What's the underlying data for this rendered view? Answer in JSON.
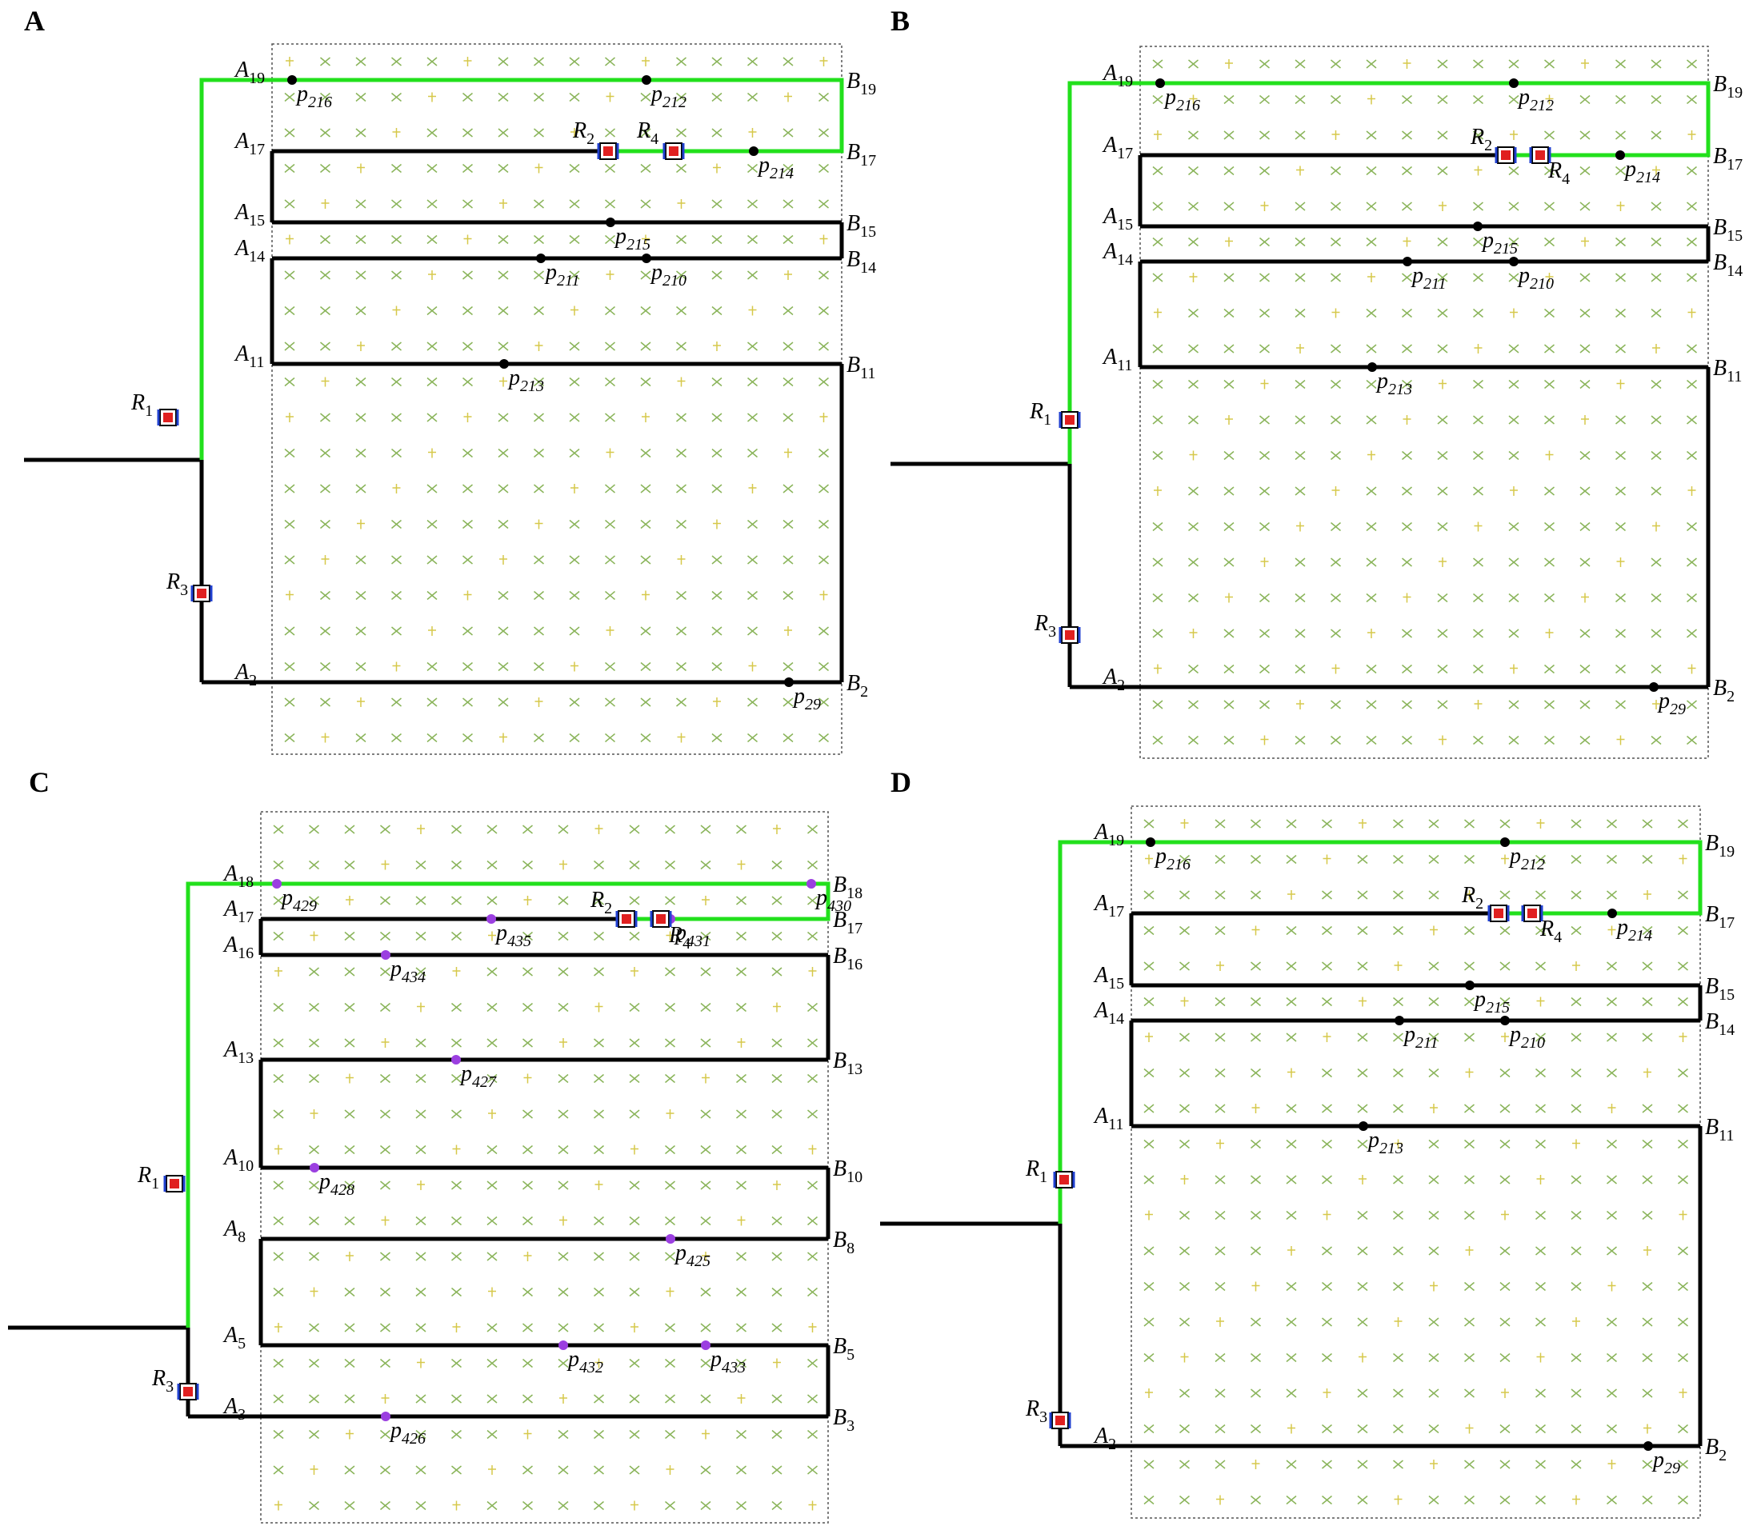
{
  "figure": {
    "colors": {
      "background": "#ffffff",
      "path_main": "#000000",
      "path_highlight": "#22e01c",
      "field_border": "#555555",
      "crop": "#8ab45a",
      "crop_alt": "#d6c84a",
      "point_black": "#000000",
      "point_purple": "#9b3fe0",
      "robot_red": "#e02020",
      "robot_blue": "#2040d0"
    },
    "icons": {
      "robot": "robot-icon",
      "crop": "crop-plant-icon",
      "point": "waypoint-dot"
    },
    "panels": [
      {
        "letter": "A",
        "rows": [
          {
            "a": "19",
            "b": "19",
            "green": true
          },
          {
            "a": "17",
            "b": "17",
            "green": false
          },
          {
            "a": "15",
            "b": "15",
            "green": false
          },
          {
            "a": "14",
            "b": "14",
            "green": false
          },
          {
            "a": "11",
            "b": "11",
            "green": false
          },
          {
            "a": "2",
            "b": "2",
            "green": false
          }
        ],
        "points": [
          "216",
          "212",
          "214",
          "215",
          "211",
          "210",
          "213",
          "29"
        ],
        "robots": [
          "1",
          "2",
          "3",
          "4"
        ]
      },
      {
        "letter": "B",
        "rows": [
          {
            "a": "19",
            "b": "19",
            "green": true
          },
          {
            "a": "17",
            "b": "17",
            "green": false
          },
          {
            "a": "15",
            "b": "15",
            "green": false
          },
          {
            "a": "14",
            "b": "14",
            "green": false
          },
          {
            "a": "11",
            "b": "11",
            "green": false
          },
          {
            "a": "2",
            "b": "2",
            "green": false
          }
        ],
        "points": [
          "216",
          "212",
          "214",
          "215",
          "211",
          "210",
          "213",
          "29"
        ],
        "robots": [
          "1",
          "2",
          "3",
          "4"
        ]
      },
      {
        "letter": "C",
        "rows": [
          {
            "a": "18",
            "b": "18",
            "green": true
          },
          {
            "a": "17",
            "b": "17",
            "green": false
          },
          {
            "a": "16",
            "b": "16",
            "green": false
          },
          {
            "a": "13",
            "b": "13",
            "green": false
          },
          {
            "a": "10",
            "b": "10",
            "green": false
          },
          {
            "a": "8",
            "b": "8",
            "green": false
          },
          {
            "a": "5",
            "b": "5",
            "green": false
          },
          {
            "a": "3",
            "b": "3",
            "green": false
          }
        ],
        "points": [
          "429",
          "430",
          "431",
          "435",
          "434",
          "427",
          "428",
          "425",
          "432",
          "433",
          "426"
        ],
        "robots": [
          "1",
          "2",
          "3",
          "4"
        ]
      },
      {
        "letter": "D",
        "rows": [
          {
            "a": "19",
            "b": "19",
            "green": true
          },
          {
            "a": "17",
            "b": "17",
            "green": false
          },
          {
            "a": "15",
            "b": "15",
            "green": false
          },
          {
            "a": "14",
            "b": "14",
            "green": false
          },
          {
            "a": "11",
            "b": "11",
            "green": false
          },
          {
            "a": "2",
            "b": "2",
            "green": false
          }
        ],
        "points": [
          "216",
          "212",
          "214",
          "215",
          "211",
          "210",
          "213",
          "29"
        ],
        "robots": [
          "1",
          "2",
          "3",
          "4"
        ]
      }
    ]
  }
}
